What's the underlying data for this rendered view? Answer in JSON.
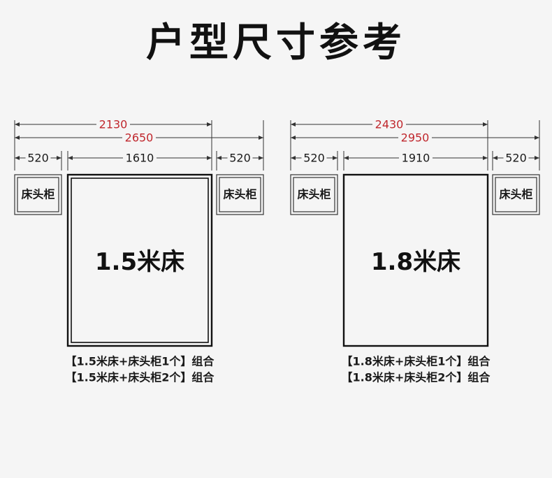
{
  "title": "户型尺寸参考",
  "colors": {
    "background": "#f5f5f5",
    "line": "#333333",
    "highlight": "#c0272d",
    "text": "#1a1a1a"
  },
  "layouts": [
    {
      "bed_label": "1.5米床",
      "cabinet_label": "床头柜",
      "total_one_cabinet": "2130",
      "total_two_cabinets": "2650",
      "cabinet_width": "520",
      "bed_width": "1610",
      "combos": [
        "【1.5米床+床头柜1个】组合",
        "【1.5米床+床头柜2个】组合"
      ]
    },
    {
      "bed_label": "1.8米床",
      "cabinet_label": "床头柜",
      "total_one_cabinet": "2430",
      "total_two_cabinets": "2950",
      "cabinet_width": "520",
      "bed_width": "1910",
      "combos": [
        "【1.8米床+床头柜1个】组合",
        "【1.8米床+床头柜2个】组合"
      ]
    }
  ]
}
